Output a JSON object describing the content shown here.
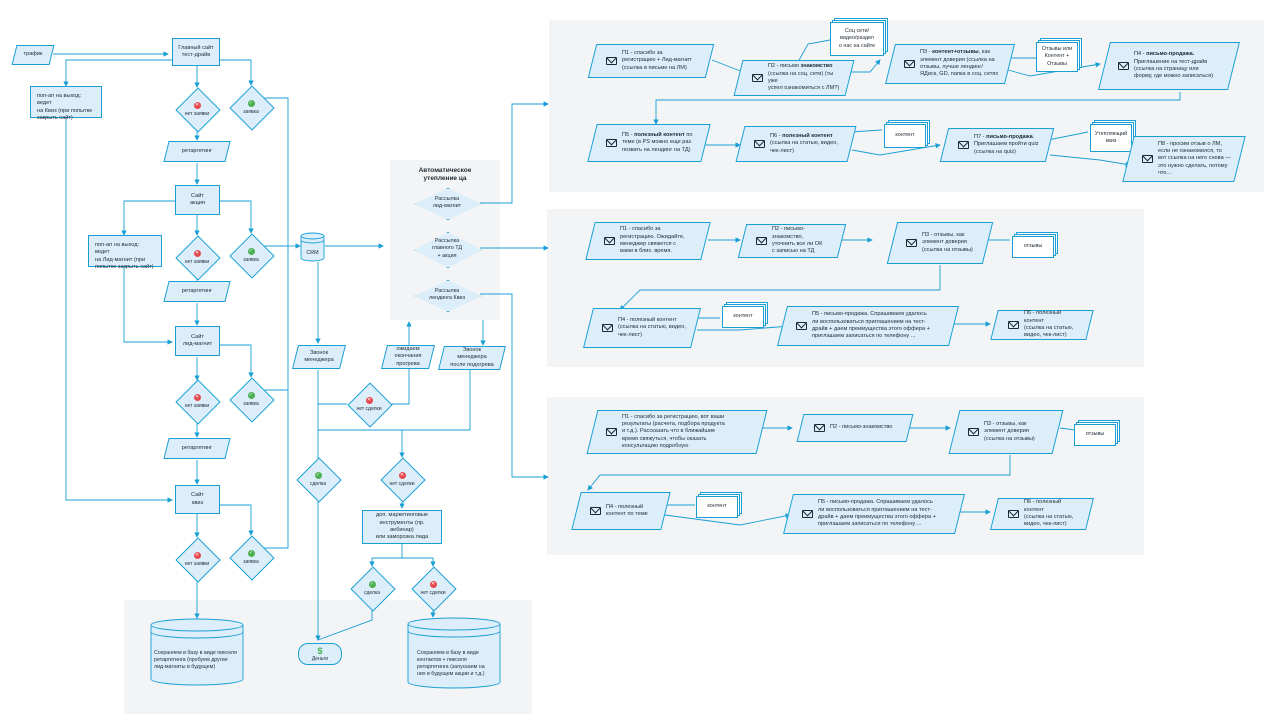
{
  "colors": {
    "line": "#1a9fd5",
    "fill": "#dceefa",
    "panel": "#f3f4f5",
    "ok": "#4caf50",
    "no": "#e5484d"
  },
  "left": {
    "traffic": "трафик",
    "main_site": "Главный сайт\nтест-драйв",
    "popup_quiz": "поп-ап на выход: ведет\nна Квиз (при попытке\nзакрыть сайт)",
    "no_request": "нет заявки",
    "request": "заявка",
    "retargeting": "ретаргетинг",
    "site_promo": "Сайт\nакция",
    "popup_leadmagnet": "поп-ап на выход: ведет\nна Лид-магнит (при\nпопытке закрыть сайт)",
    "site_leadmagnet": "Сайт\nлид-магнит",
    "site_quiz": "Сайт\nквиз",
    "crm": "CRM",
    "manager_call": "Звонок\nменеджера",
    "no_deal": "нет сделки",
    "wait_warmup": "ожидаем\nокончания\nпрогрева",
    "manager_call_after": "Звонок менеджера\nпосле подогрева",
    "deal": "сделка",
    "extra_tools": "доп. маркетинговые\nинструменты (пр. вебинар)\nили заморозка лида",
    "money": "Деньги",
    "save_pixel": "Сохраняем в базу в виде пикселя\nретаргетинга (пробуем другие\nлид-магниты в будущем)",
    "save_contacts": "Сохраняем в базу в виде\nконтактов + пикселя\nретаргетинга (запускаем на\nних в будущем акции и т.д.)"
  },
  "auto": {
    "title": "Автоматическое\nутепление ца",
    "mail_leadmagnet": "Рассылка\nлид-магнит",
    "mail_main": "Рассылка\nглавного ТД\n+ акция",
    "mail_quiz": "Рассылка\nлендинга Квиз"
  },
  "chain1": {
    "p1": "П1 - спасибо за\nрегистрацию + Лид-магнит\n(ссылка в письме на ЛМ)",
    "p2_pre": "П2 - письмо ",
    "p2_bold": "знакомство",
    "p2_post": "\n(ссылка на соц. сети) (ты уже\nуспел ознакомиться с ЛМ?)",
    "doc_social": "Соц сети/\nвидео/раздел\nо нас на сайте",
    "p3_pre": "П3 - ",
    "p3_bold": "контент+отзывы",
    "p3_post": ", как\nэлемент доверия (ссылка на\nотзывы, лучше лендинг/\nЯДиск, GD, папка в соц. сетях",
    "doc_reviews": "Отзывы или\nКонтент +\nОтзывы",
    "p4_pre": "П4 - ",
    "p4_bold": "письмо-продажа.",
    "p4_post": "\nПриглашение на тест-драйв\n(ссылка на страницу или\nформу, где можно записаться)",
    "p5_pre": "П5 - ",
    "p5_bold": "полезный контент",
    "p5_post": " по\nтеме (в PS можно еще раз\nпозвать на лендинг на ТД)",
    "p6_pre": "П6 - ",
    "p6_bold": "полезный контент",
    "p6_post": "\n(ссылка на статью, видео,\nчек-лист)",
    "doc_content": "контент",
    "p7_pre": "П7 - ",
    "p7_bold": "письмо-продажа",
    "p7_post": ".\nПриглашаем пройти quiz\n(ссылка на quiz)",
    "doc_quiz": "Утепляющий\nквиз",
    "p8": "П8 - просим отзыв о ЛМ,\nесли не ознакомился, то\nвот ссылка на него снова —\nэто нужно сделать, потому\nчто..."
  },
  "chain2": {
    "p1": "П1 - спасибо за\nрегистрацию. Ожидайте,\nменеджер свяжется с\nвами в блих. время.",
    "p2": "П2 - письмо-знакомство,\nуточнить все ли ОК\nс записью на ТД",
    "p3": "П3 - отзывы, как\nэлемент доверия\n(ссылка на отзывы)",
    "doc_reviews": "отзывы",
    "p4": "П4 - полезный контент\n(ссылка на статью, видео,\nчек-лист)",
    "doc_content": "контент",
    "p5": "П5 - письмо-продажа. Спрашиваем удалось\nли воспользоваться приглашением на тест-\nдрайв + даем преимущества этого оффера +\nприглашаем записаться по телефону ...",
    "p6": "П6 - полезный контент\n(ссылка на статью,\nвидео, чек-лист)"
  },
  "chain3": {
    "p1": "П1 - спасибо за регистрацию, вот ваши\nрезультаты (расчета, подбора продукта\nи т.д.). Рассказать что в ближайшие\nвремя свяжуться, чтобы оказать\nконсультацию подробную",
    "p2": "П2 - письмо-знакомство",
    "p3": "П3 - отзывы, как\nэлемент доверия\n(ссылка на отзывы)",
    "doc_reviews": "отзывы",
    "p4": "П4 - полезный\nконтент по теме",
    "doc_content": "контент",
    "p5": "П5 - письмо-продажа. Спрашиваем удалось\nли воспользоваться приглашением на тест-\nдрайв + даем преимущества этого оффера +\nприглашаем записаться по телефону ...",
    "p6": "П6 - полезный контент\n(ссылка на статью,\nвидео, чек-лист)"
  }
}
